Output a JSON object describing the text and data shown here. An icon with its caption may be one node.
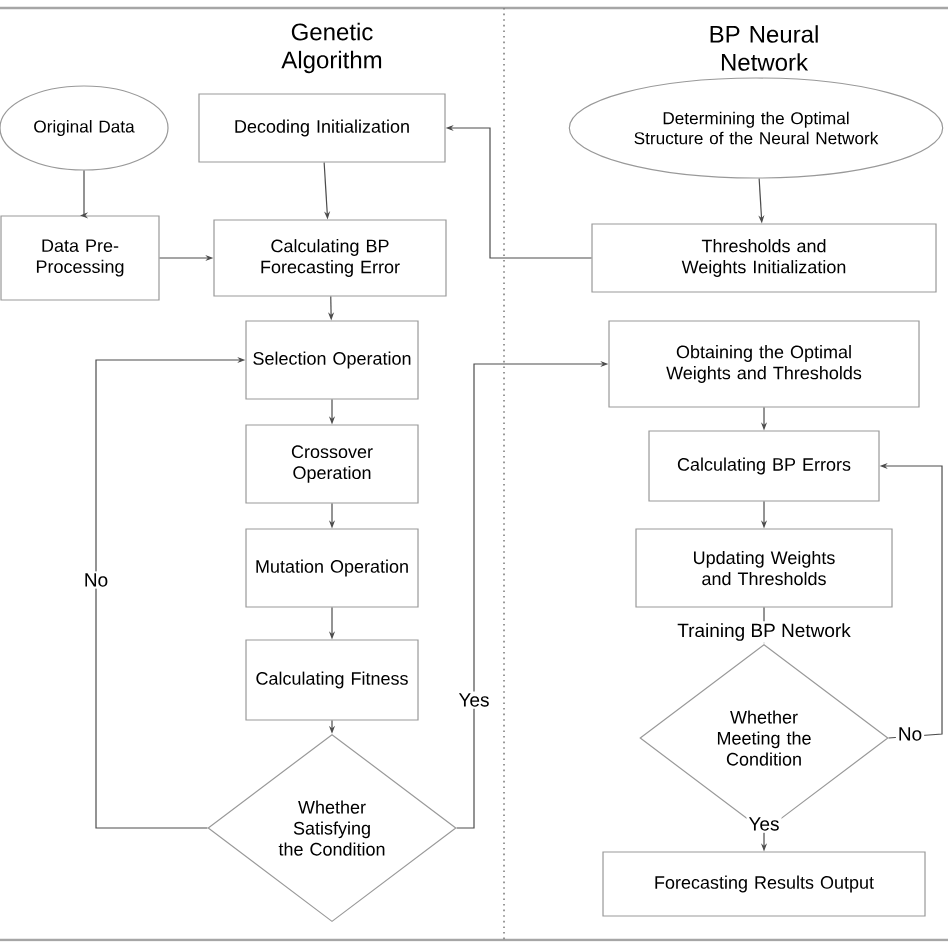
{
  "diagram": {
    "nodes": [
      {
        "text": [
          "Original Data"
        ]
      },
      {
        "text": [
          "Decoding Initialization"
        ]
      },
      {
        "text": [
          "Data Pre-Processing"
        ]
      },
      {
        "text": [
          "Calculating BP Forecasting Error"
        ]
      },
      {
        "text": [
          "Selection Operation"
        ]
      },
      {
        "text": [
          "Crossover Operation"
        ]
      },
      {
        "text": [
          "Mutation Operation"
        ]
      },
      {
        "text": [
          "Calculating Fitness"
        ]
      },
      {
        "text": [
          "Whether Satisfying the Condition"
        ]
      },
      {
        "text": [
          "Determining the Optimal Structure of the Neural Network"
        ]
      },
      {
        "text": [
          "Thresholds and Weights Initialization"
        ]
      },
      {
        "text": [
          "Obtaining the Optimal Weights and Thresholds"
        ]
      },
      {
        "text": [
          "Calculating BP Errors"
        ]
      },
      {
        "text": [
          "Updating Weights and Thresholds"
        ]
      },
      {
        "text": [
          "Whether Meeting the Condition"
        ]
      },
      {
        "text": [
          "Forecasting Results Output"
        ]
      }
    ],
    "edges": [
      {
        "from": 0,
        "to": 2,
        "arrow": "to"
      },
      {
        "from": 2,
        "to": 3,
        "arrow": "to"
      },
      {
        "from": 1,
        "to": 3,
        "arrow": "to"
      },
      {
        "from": 3,
        "to": 4,
        "arrow": "to"
      },
      {
        "from": 4,
        "to": 5,
        "arrow": "to"
      },
      {
        "from": 5,
        "to": 6,
        "arrow": "to"
      },
      {
        "from": 6,
        "to": 7,
        "arrow": "to"
      },
      {
        "from": 7,
        "to": 8,
        "arrow": "to"
      },
      {
        "from": 8,
        "to": 4,
        "arrow": "to",
        "label": "No"
      },
      {
        "from": 8,
        "to": 11,
        "arrow": "to",
        "label": "Yes"
      },
      {
        "from": 9,
        "to": 10,
        "arrow": "to"
      },
      {
        "from": 10,
        "to": 1,
        "arrow": "to"
      },
      {
        "from": 11,
        "to": 12,
        "arrow": "to"
      },
      {
        "from": 12,
        "to": 13,
        "arrow": "to"
      },
      {
        "from": 13,
        "to": 14,
        "arrow": "to",
        "label": "Training BP Network"
      },
      {
        "from": 14,
        "to": 12,
        "arrow": "to",
        "label": "No"
      },
      {
        "from": 14,
        "to": 15,
        "arrow": "to",
        "label": "Yes"
      }
    ],
    "labels": [
      "Genetic Algorithm",
      "BP Neural Network"
    ]
  }
}
